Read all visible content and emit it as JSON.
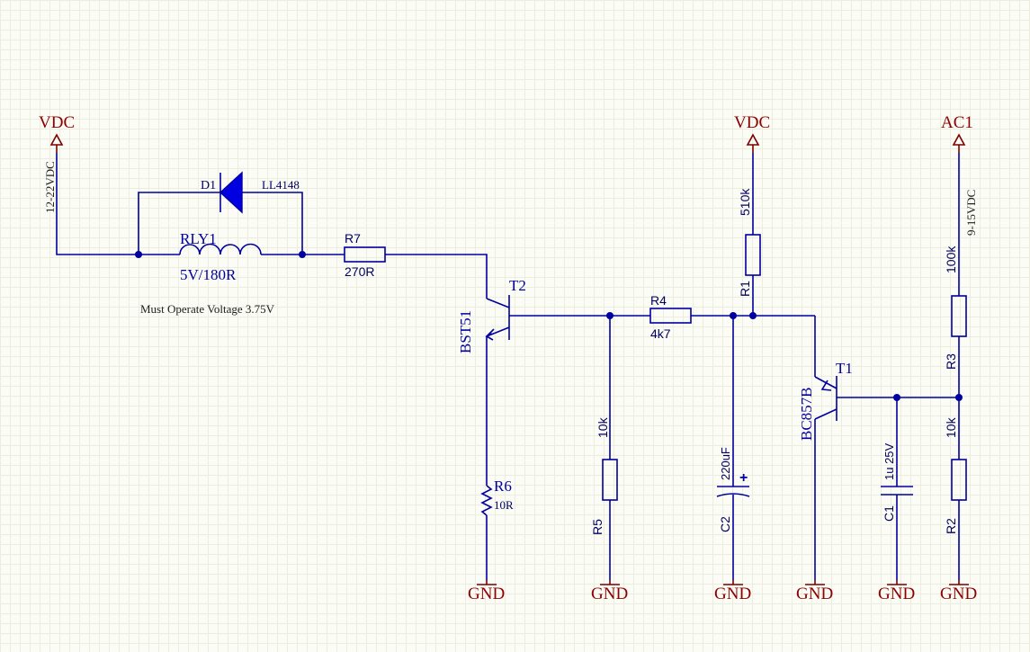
{
  "nets": {
    "vdc_left": "VDC",
    "vdc_right": "VDC",
    "ac1": "AC1",
    "gnd": "GND"
  },
  "annotations": {
    "vdc_range": "12-22VDC",
    "ac_range": "9-15VDC",
    "relay_note": "Must Operate Voltage 3.75V"
  },
  "components": {
    "d1": {
      "ref": "D1",
      "value": "LL4148"
    },
    "rly1": {
      "ref": "RLY1",
      "value": "5V/180R"
    },
    "r7": {
      "ref": "R7",
      "value": "270R"
    },
    "t2": {
      "ref": "T2",
      "value": "BST51"
    },
    "r6": {
      "ref": "R6",
      "value": "10R"
    },
    "r5": {
      "ref": "R5",
      "value": "10k"
    },
    "r4": {
      "ref": "R4",
      "value": "4k7"
    },
    "c2": {
      "ref": "C2",
      "value": "220uF",
      "polarity": "+"
    },
    "r1": {
      "ref": "R1",
      "value": "510k"
    },
    "t1": {
      "ref": "T1",
      "value": "BC857B"
    },
    "c1": {
      "ref": "C1",
      "value": "1u  25V"
    },
    "r3": {
      "ref": "R3",
      "value": "100k"
    },
    "r2": {
      "ref": "R2",
      "value": "10k"
    }
  },
  "colors": {
    "wire": "#0000a0",
    "net_label": "#8b0000",
    "diode_fill": "#0000e0",
    "grid": "#ececdf",
    "background": "#fcfcf6"
  }
}
